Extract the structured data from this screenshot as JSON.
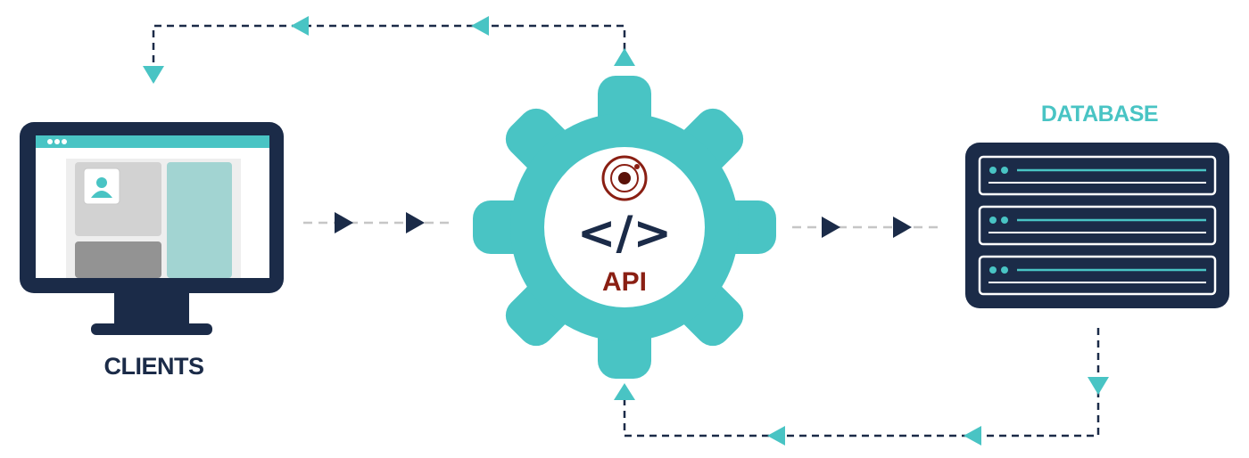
{
  "diagram": {
    "clients_label": "CLIENTS",
    "api_code_symbol": "</>",
    "api_label": "API",
    "database_label": "DATABASE"
  },
  "colors": {
    "navy": "#1b2b48",
    "teal": "#49c4c4",
    "api_red": "#8a1f13",
    "gray_dash": "#c6c6c6"
  },
  "icons": [
    "monitor-icon",
    "user-avatar-icon",
    "gear-icon",
    "api-logo-icon",
    "server-rack-icon"
  ]
}
